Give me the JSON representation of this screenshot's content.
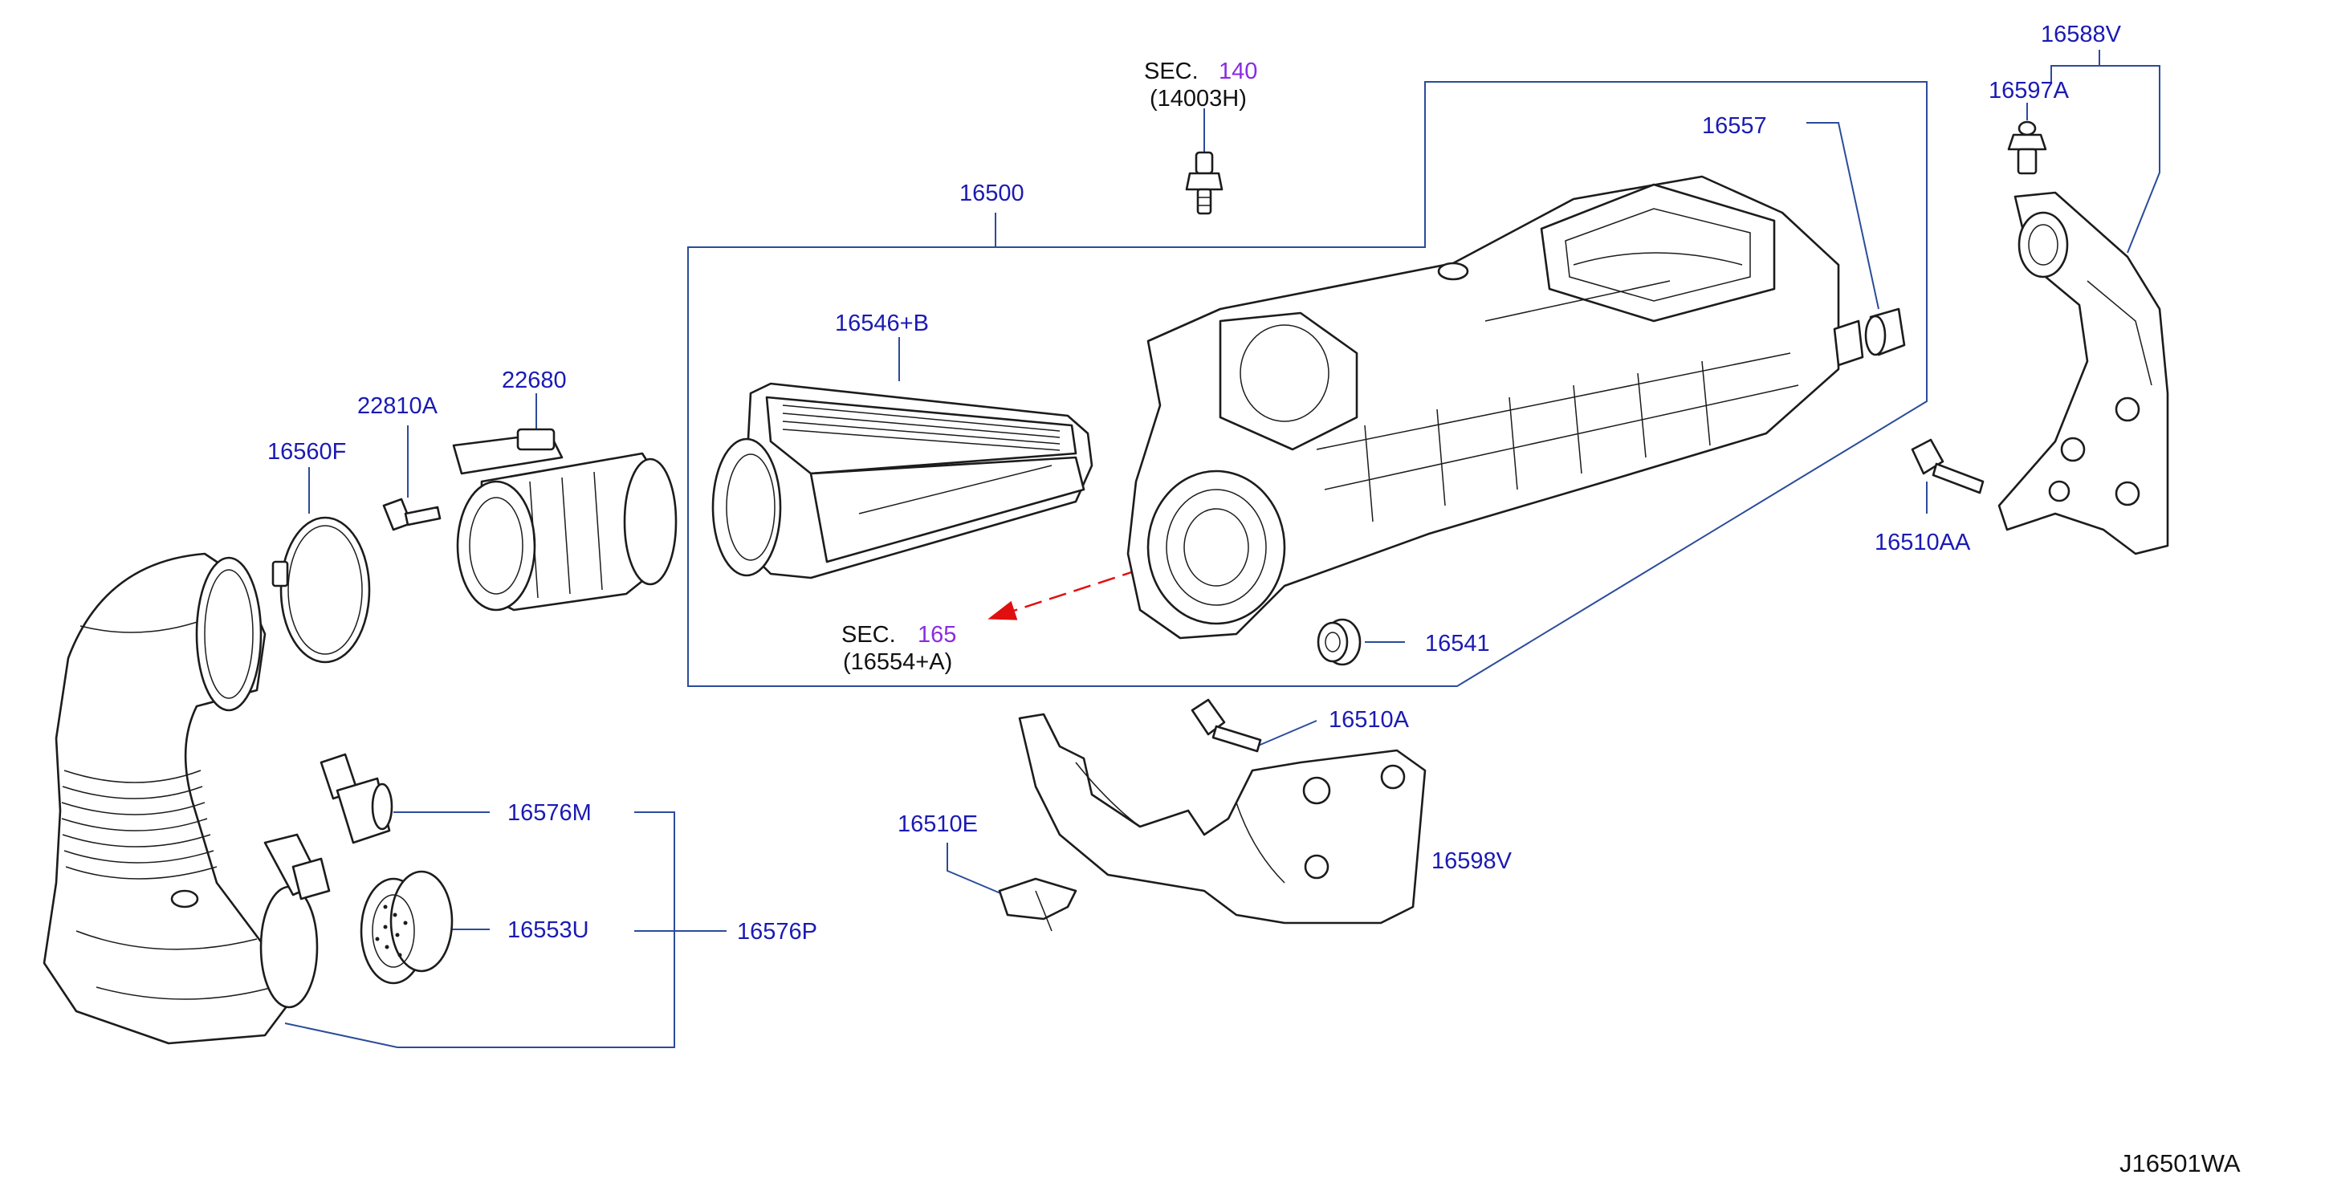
{
  "diagram_id": "J16501WA",
  "accent_color": "#1a1ab4",
  "section_color": "#8a2be2",
  "arrow_color": "#e01010",
  "leader_color": "#2b4c9b",
  "section_refs": [
    {
      "prefix": "SEC.",
      "number": "140",
      "sub": "(14003H)"
    },
    {
      "prefix": "SEC.",
      "number": "165",
      "sub": "(16554+A)"
    }
  ],
  "part_labels": [
    "16500",
    "16546+B",
    "16557",
    "16541",
    "16588V",
    "16597A",
    "16510AA",
    "22810A",
    "22680",
    "16560F",
    "16510A",
    "16510E",
    "16598V",
    "16576M",
    "16553U",
    "16576P"
  ]
}
